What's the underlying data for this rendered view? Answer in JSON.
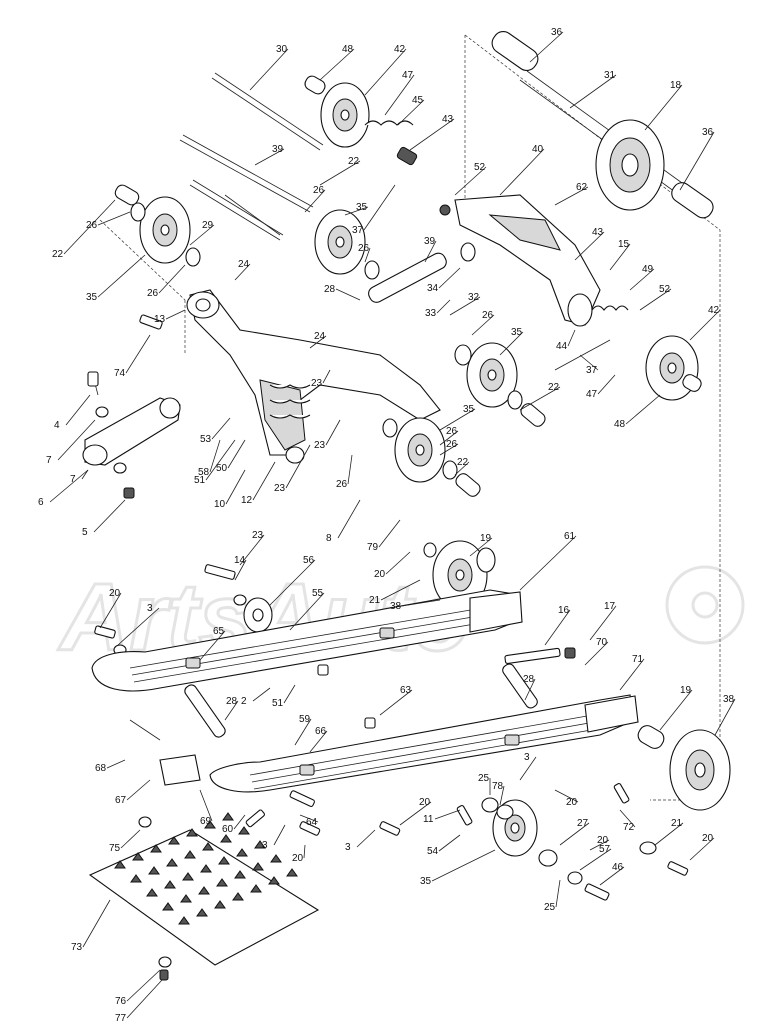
{
  "watermark": {
    "text": "ArtsAuto"
  },
  "callouts": [
    {
      "id": "c1",
      "text": "30"
    },
    {
      "id": "c2",
      "text": "48"
    },
    {
      "id": "c3",
      "text": "42"
    },
    {
      "id": "c4",
      "text": "47"
    },
    {
      "id": "c5",
      "text": "45"
    },
    {
      "id": "c6",
      "text": "43"
    },
    {
      "id": "c7",
      "text": "36"
    },
    {
      "id": "c8",
      "text": "31"
    },
    {
      "id": "c9",
      "text": "18"
    },
    {
      "id": "c10",
      "text": "36"
    },
    {
      "id": "c11",
      "text": "39"
    },
    {
      "id": "c12",
      "text": "22"
    },
    {
      "id": "c13",
      "text": "40"
    },
    {
      "id": "c14",
      "text": "52"
    },
    {
      "id": "c15",
      "text": "62"
    },
    {
      "id": "c16",
      "text": "26"
    },
    {
      "id": "c17",
      "text": "37"
    },
    {
      "id": "c18",
      "text": "35"
    },
    {
      "id": "c19",
      "text": "22"
    },
    {
      "id": "c20",
      "text": "26"
    },
    {
      "id": "c21",
      "text": "35"
    },
    {
      "id": "c22",
      "text": "29"
    },
    {
      "id": "c23",
      "text": "26"
    },
    {
      "id": "c24",
      "text": "24"
    },
    {
      "id": "c25",
      "text": "26"
    },
    {
      "id": "c26",
      "text": "39"
    },
    {
      "id": "c27",
      "text": "43"
    },
    {
      "id": "c28",
      "text": "15"
    },
    {
      "id": "c29",
      "text": "49"
    },
    {
      "id": "c30",
      "text": "52"
    },
    {
      "id": "c31",
      "text": "42"
    },
    {
      "id": "c32",
      "text": "28"
    },
    {
      "id": "c33",
      "text": "34"
    },
    {
      "id": "c34",
      "text": "33"
    },
    {
      "id": "c35",
      "text": "32"
    },
    {
      "id": "c36",
      "text": "26"
    },
    {
      "id": "c37",
      "text": "35"
    },
    {
      "id": "c38",
      "text": "44"
    },
    {
      "id": "c39",
      "text": "37"
    },
    {
      "id": "c40",
      "text": "47"
    },
    {
      "id": "c41",
      "text": "48"
    },
    {
      "id": "c42",
      "text": "13"
    },
    {
      "id": "c43",
      "text": "74"
    },
    {
      "id": "c44",
      "text": "24"
    },
    {
      "id": "c45",
      "text": "4"
    },
    {
      "id": "c46",
      "text": "7"
    },
    {
      "id": "c47",
      "text": "53"
    },
    {
      "id": "c48",
      "text": "58"
    },
    {
      "id": "c49",
      "text": "51"
    },
    {
      "id": "c50",
      "text": "50"
    },
    {
      "id": "c51",
      "text": "23"
    },
    {
      "id": "c52",
      "text": "35"
    },
    {
      "id": "c53",
      "text": "22"
    },
    {
      "id": "c54",
      "text": "26"
    },
    {
      "id": "c55",
      "text": "26"
    },
    {
      "id": "c56",
      "text": "22"
    },
    {
      "id": "c57",
      "text": "7"
    },
    {
      "id": "c58",
      "text": "6"
    },
    {
      "id": "c59",
      "text": "5"
    },
    {
      "id": "c60",
      "text": "10"
    },
    {
      "id": "c61",
      "text": "12"
    },
    {
      "id": "c62",
      "text": "23"
    },
    {
      "id": "c63",
      "text": "23"
    },
    {
      "id": "c64",
      "text": "26"
    },
    {
      "id": "c65",
      "text": "8"
    },
    {
      "id": "c66",
      "text": "79"
    },
    {
      "id": "c67",
      "text": "19"
    },
    {
      "id": "c68",
      "text": "61"
    },
    {
      "id": "c69",
      "text": "20"
    },
    {
      "id": "c70",
      "text": "21"
    },
    {
      "id": "c71",
      "text": "38"
    },
    {
      "id": "c72",
      "text": "23"
    },
    {
      "id": "c73",
      "text": "14"
    },
    {
      "id": "c74",
      "text": "56"
    },
    {
      "id": "c75",
      "text": "55"
    },
    {
      "id": "c76",
      "text": "20"
    },
    {
      "id": "c77",
      "text": "3"
    },
    {
      "id": "c78",
      "text": "65"
    },
    {
      "id": "c79",
      "text": "16"
    },
    {
      "id": "c80",
      "text": "17"
    },
    {
      "id": "c81",
      "text": "70"
    },
    {
      "id": "c82",
      "text": "71"
    },
    {
      "id": "c83",
      "text": "2"
    },
    {
      "id": "c84",
      "text": "51"
    },
    {
      "id": "c85",
      "text": "28"
    },
    {
      "id": "c86",
      "text": "63"
    },
    {
      "id": "c87",
      "text": "28"
    },
    {
      "id": "c88",
      "text": "19"
    },
    {
      "id": "c89",
      "text": "38"
    },
    {
      "id": "c90",
      "text": "59"
    },
    {
      "id": "c91",
      "text": "66"
    },
    {
      "id": "c92",
      "text": "68"
    },
    {
      "id": "c93",
      "text": "67"
    },
    {
      "id": "c94",
      "text": "69"
    },
    {
      "id": "c95",
      "text": "60"
    },
    {
      "id": "c96",
      "text": "3"
    },
    {
      "id": "c97",
      "text": "64"
    },
    {
      "id": "c98",
      "text": "3"
    },
    {
      "id": "c99",
      "text": "20"
    },
    {
      "id": "c100",
      "text": "11"
    },
    {
      "id": "c101",
      "text": "25"
    },
    {
      "id": "c102",
      "text": "78"
    },
    {
      "id": "c103",
      "text": "3"
    },
    {
      "id": "c104",
      "text": "20"
    },
    {
      "id": "c105",
      "text": "72"
    },
    {
      "id": "c106",
      "text": "75"
    },
    {
      "id": "c107",
      "text": "20"
    },
    {
      "id": "c108",
      "text": "54"
    },
    {
      "id": "c109",
      "text": "27"
    },
    {
      "id": "c110",
      "text": "57"
    },
    {
      "id": "c111",
      "text": "46"
    },
    {
      "id": "c112",
      "text": "21"
    },
    {
      "id": "c113",
      "text": "20"
    },
    {
      "id": "c114",
      "text": "35"
    },
    {
      "id": "c115",
      "text": "25"
    },
    {
      "id": "c116",
      "text": "73"
    },
    {
      "id": "c117",
      "text": "76"
    },
    {
      "id": "c118",
      "text": "77"
    },
    {
      "id": "c119",
      "text": "20"
    }
  ]
}
